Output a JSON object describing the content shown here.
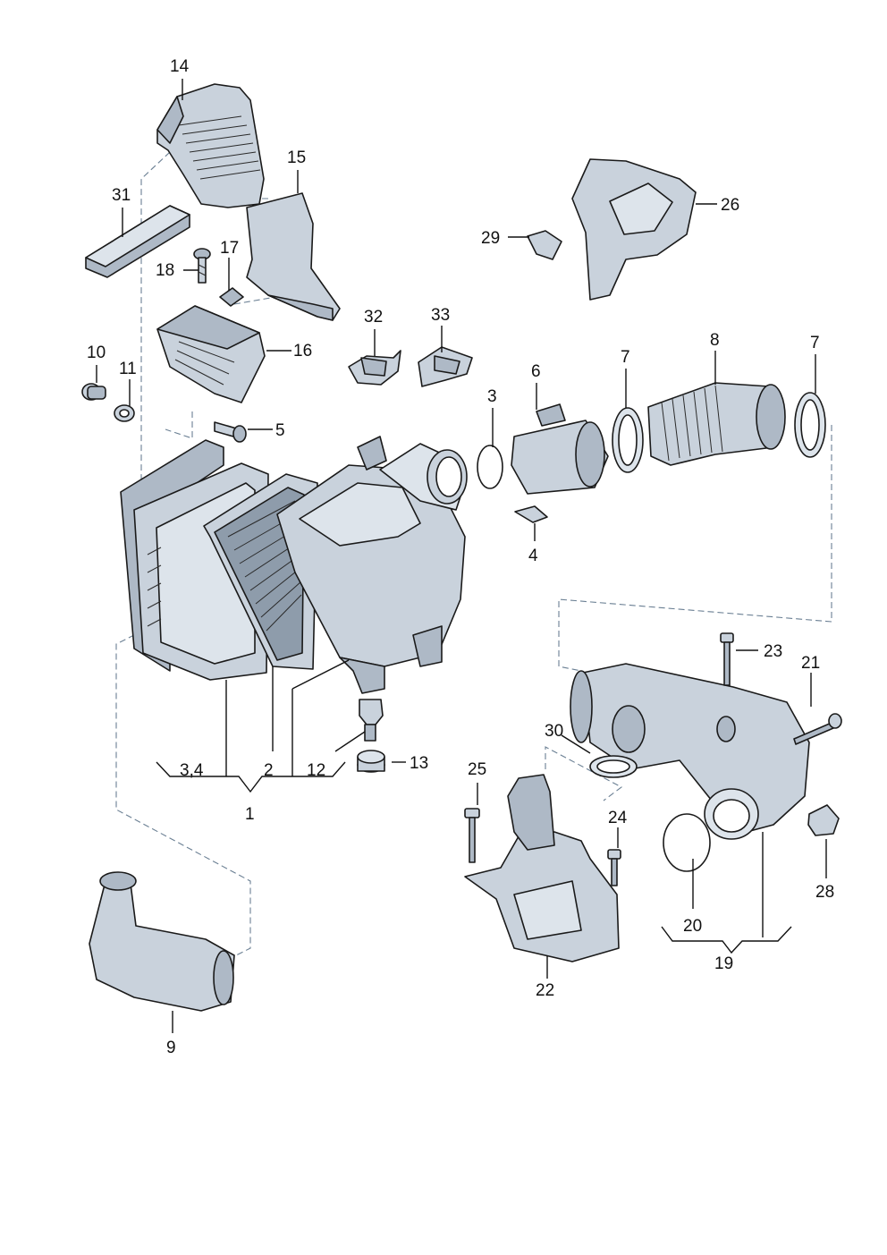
{
  "callouts": {
    "c1": "1",
    "c2": "2",
    "c3a": "3",
    "c34": "3,4",
    "c4": "4",
    "c5": "5",
    "c6": "6",
    "c7a": "7",
    "c7b": "7",
    "c8": "8",
    "c9": "9",
    "c10": "10",
    "c11": "11",
    "c12": "12",
    "c13": "13",
    "c14": "14",
    "c15": "15",
    "c16": "16",
    "c17": "17",
    "c18": "18",
    "c19": "19",
    "c20": "20",
    "c21": "21",
    "c22": "22",
    "c23": "23",
    "c24": "24",
    "c25": "25",
    "c26": "26",
    "c28": "28",
    "c29": "29",
    "c30": "30",
    "c31": "31",
    "c32": "32",
    "c33": "33"
  },
  "colors": {
    "part_fill_dark": "#8e9cab",
    "part_fill_mid": "#aeb9c6",
    "part_fill_light": "#c9d2dc",
    "part_fill_pale": "#dde4eb",
    "dashed_leader": "#6a7f93",
    "line": "#1a1a1a"
  }
}
